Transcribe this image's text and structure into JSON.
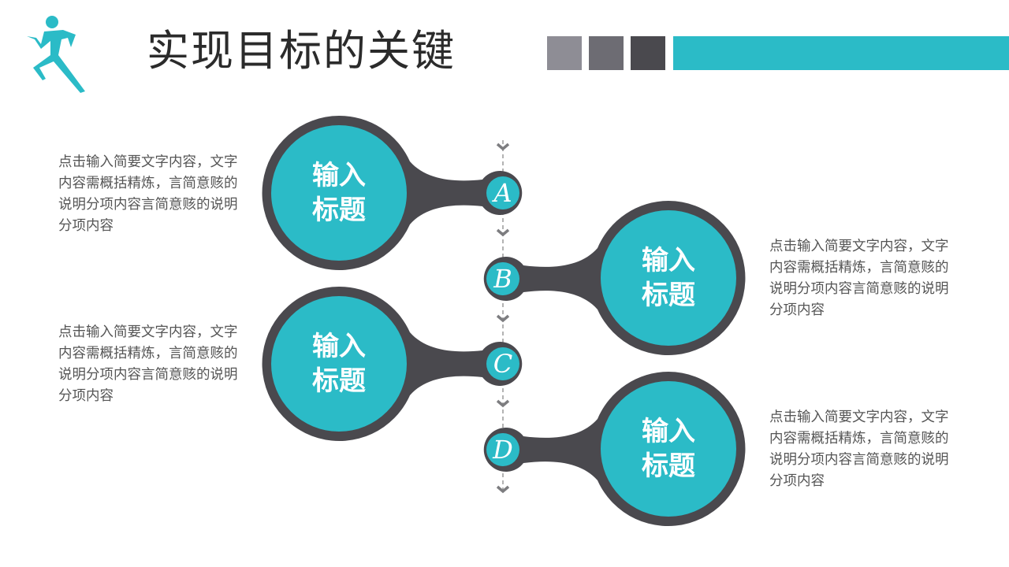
{
  "header": {
    "title": "实现目标的关键",
    "logo_icon": "running-man-icon",
    "squares": [
      "#8e8d95",
      "#6d6c73",
      "#4a494e"
    ],
    "bar_color": "#2bbbc7"
  },
  "colors": {
    "accent": "#2bbbc7",
    "dark": "#4a494e",
    "connector": "#9a9a9a"
  },
  "nodes": [
    {
      "letter": "A",
      "title_line1": "输入",
      "title_line2": "标题",
      "side": "left",
      "description": "点击输入简要文字内容，文字内容需概括精炼，言简意赅的说明分项内容言简意赅的说明分项内容"
    },
    {
      "letter": "B",
      "title_line1": "输入",
      "title_line2": "标题",
      "side": "right",
      "description": "点击输入简要文字内容，文字内容需概括精炼，言简意赅的说明分项内容言简意赅的说明分项内容"
    },
    {
      "letter": "C",
      "title_line1": "输入",
      "title_line2": "标题",
      "side": "left",
      "description": "点击输入简要文字内容，文字内容需概括精炼，言简意赅的说明分项内容言简意赅的说明分项内容"
    },
    {
      "letter": "D",
      "title_line1": "输入",
      "title_line2": "标题",
      "side": "right",
      "description": "点击输入简要文字内容，文字内容需概括精炼，言简意赅的说明分项内容言简意赅的说明分项内容"
    }
  ]
}
